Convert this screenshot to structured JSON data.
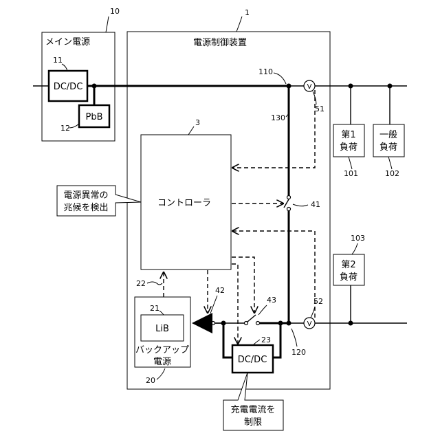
{
  "main_power": {
    "title": "メイン電源",
    "ref": "10",
    "dcdc_label": "DC/DC",
    "dcdc_ref": "11",
    "pbb_label": "PbB",
    "pbb_ref": "12"
  },
  "device": {
    "title": "電源制御装置",
    "ref": "1"
  },
  "controller": {
    "label": "コントローラ",
    "ref": "3"
  },
  "callout_abnormal": {
    "line1": "電源異常の",
    "line2": "兆候を検出"
  },
  "callout_charge": {
    "line1": "充電電流を",
    "line2": "制限"
  },
  "backup": {
    "line1": "バックアップ",
    "line2": "電源",
    "ref": "20",
    "lib_label": "LiB",
    "lib_ref": "21"
  },
  "dcdc23": {
    "label": "DC/DC",
    "ref": "23"
  },
  "loads": {
    "load1": {
      "line1": "第1",
      "line2": "負荷",
      "ref": "101"
    },
    "general": {
      "line1": "一般",
      "line2": "負荷",
      "ref": "102"
    },
    "load2": {
      "line1": "第2",
      "line2": "負荷",
      "ref": "103"
    }
  },
  "refs": {
    "bus110": "110",
    "bus130": "130",
    "bus120": "120",
    "sensor51": "51",
    "sensor52": "52",
    "switch41": "41",
    "switch42": "42",
    "switch43": "43",
    "signal22": "22"
  },
  "sensor_symbol": "V"
}
